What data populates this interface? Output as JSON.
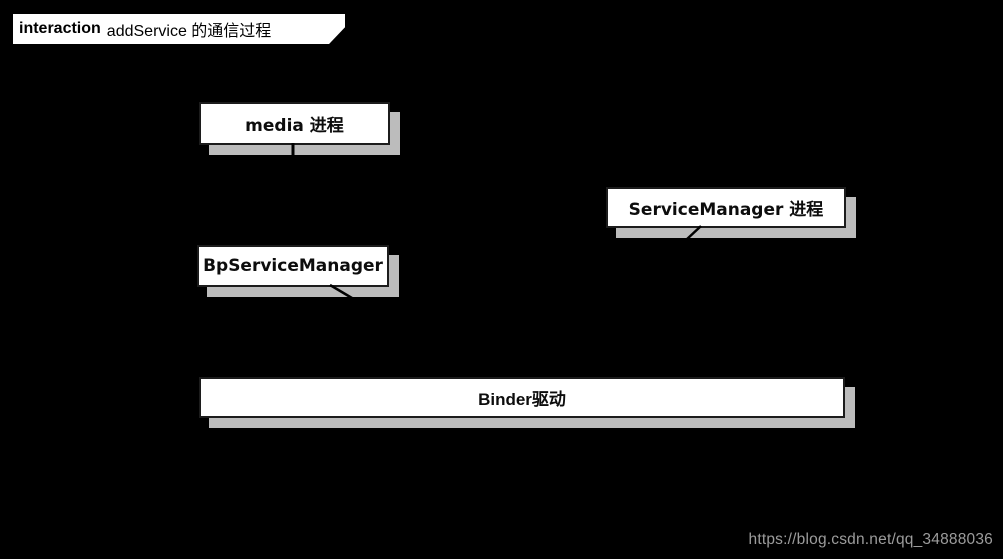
{
  "frame": {
    "keyword": "interaction",
    "title": "addService 的通信过程"
  },
  "participants": [
    {
      "id": "media",
      "label": "media 进程"
    },
    {
      "id": "servicemanager",
      "label": "ServiceManager 进程"
    },
    {
      "id": "bpservicemanager",
      "label": "BpServiceManager"
    },
    {
      "id": "binder",
      "label": "Binder驱动"
    }
  ],
  "watermark": {
    "text": "https://blog.csdn.net/qq_34888036"
  },
  "colors": {
    "background": "#000000",
    "box_fill": "#ffffff",
    "box_border": "#1c1c1c",
    "box_shadow": "#bcbcbc",
    "title_text": "#000000",
    "watermark_text": "#9c9c9c",
    "connector_lines": "#000000"
  }
}
